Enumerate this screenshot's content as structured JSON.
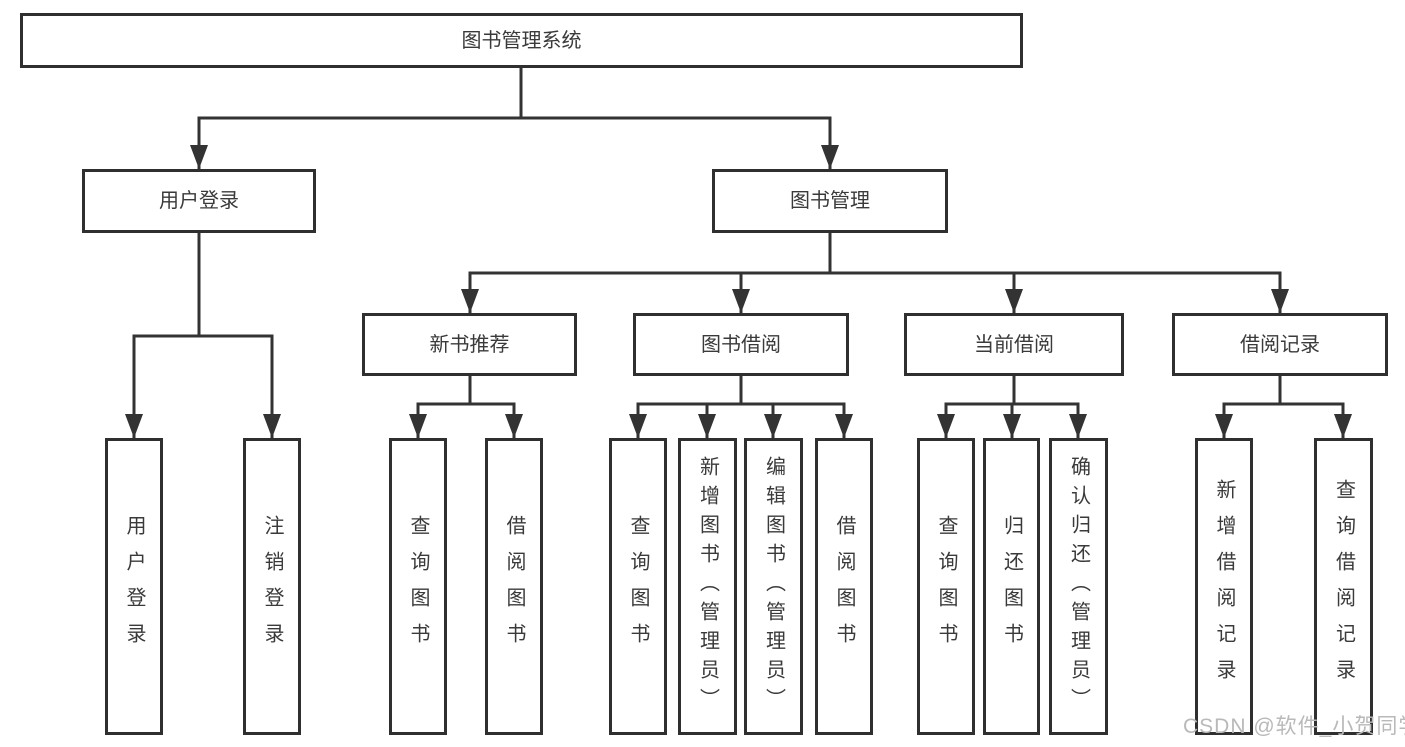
{
  "tree": {
    "label": "图书管理系统",
    "children": [
      {
        "label": "用户登录",
        "children": [
          {
            "label": "用户登录"
          },
          {
            "label": "注销登录"
          }
        ]
      },
      {
        "label": "图书管理",
        "children": [
          {
            "label": "新书推荐",
            "children": [
              {
                "label": "查询图书"
              },
              {
                "label": "借阅图书"
              }
            ]
          },
          {
            "label": "图书借阅",
            "children": [
              {
                "label": "查询图书"
              },
              {
                "label": "新增图书（管理员）"
              },
              {
                "label": "编辑图书（管理员）"
              },
              {
                "label": "借阅图书"
              }
            ]
          },
          {
            "label": "当前借阅",
            "children": [
              {
                "label": "查询图书"
              },
              {
                "label": "归还图书"
              },
              {
                "label": "确认归还（管理员）"
              }
            ]
          },
          {
            "label": "借阅记录",
            "children": [
              {
                "label": "新增借阅记录"
              },
              {
                "label": "查询借阅记录"
              }
            ]
          }
        ]
      }
    ]
  },
  "watermark": "CSDN @软件_小贺同学",
  "colors": {
    "line": "#333333",
    "box_border": "#2f2f2f",
    "text": "#3a3a3a",
    "watermark": "#b9b9b9",
    "background": "#ffffff"
  }
}
